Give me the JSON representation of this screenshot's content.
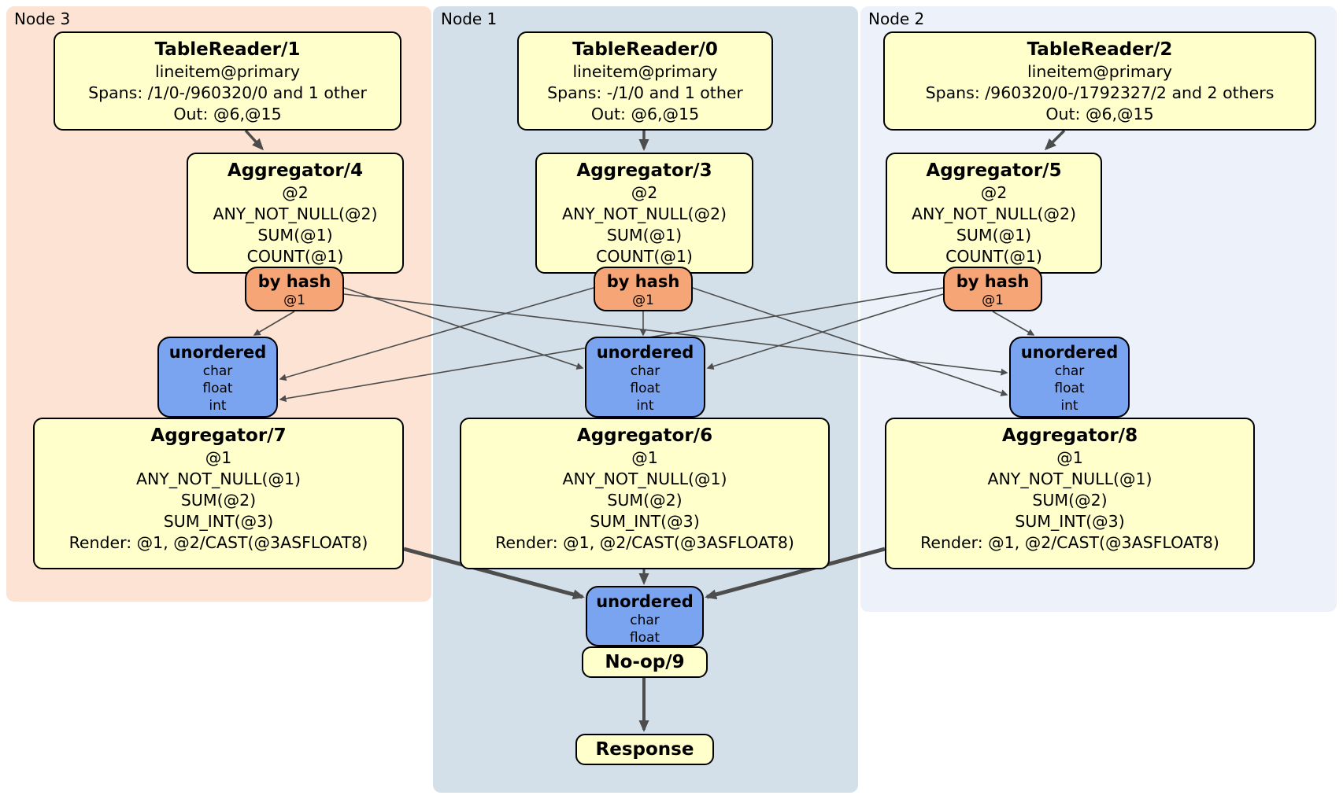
{
  "panels": {
    "node3": {
      "label": "Node 3"
    },
    "node1": {
      "label": "Node 1"
    },
    "node2": {
      "label": "Node 2"
    }
  },
  "boxes": {
    "tr1": {
      "title": "TableReader/1",
      "lines": [
        "lineitem@primary",
        "Spans: /1/0-/960320/0 and 1 other",
        "Out: @6,@15"
      ]
    },
    "tr0": {
      "title": "TableReader/0",
      "lines": [
        "lineitem@primary",
        "Spans: -/1/0 and 1 other",
        "Out: @6,@15"
      ]
    },
    "tr2": {
      "title": "TableReader/2",
      "lines": [
        "lineitem@primary",
        "Spans: /960320/0-/1792327/2 and 2 others",
        "Out: @6,@15"
      ]
    },
    "agg4": {
      "title": "Aggregator/4",
      "lines": [
        "@2",
        "ANY_NOT_NULL(@2)",
        "SUM(@1)",
        "COUNT(@1)"
      ]
    },
    "agg3": {
      "title": "Aggregator/3",
      "lines": [
        "@2",
        "ANY_NOT_NULL(@2)",
        "SUM(@1)",
        "COUNT(@1)"
      ]
    },
    "agg5": {
      "title": "Aggregator/5",
      "lines": [
        "@2",
        "ANY_NOT_NULL(@2)",
        "SUM(@1)",
        "COUNT(@1)"
      ]
    },
    "router3": {
      "title": "by hash",
      "sub": "@1"
    },
    "router1": {
      "title": "by hash",
      "sub": "@1"
    },
    "router2": {
      "title": "by hash",
      "sub": "@1"
    },
    "sync3": {
      "title": "unordered",
      "types": [
        "char",
        "float",
        "int"
      ]
    },
    "sync1": {
      "title": "unordered",
      "types": [
        "char",
        "float",
        "int"
      ]
    },
    "sync2": {
      "title": "unordered",
      "types": [
        "char",
        "float",
        "int"
      ]
    },
    "agg7": {
      "title": "Aggregator/7",
      "lines": [
        "@1",
        "ANY_NOT_NULL(@1)",
        "SUM(@2)",
        "SUM_INT(@3)",
        "Render: @1, @2/CAST(@3ASFLOAT8)"
      ]
    },
    "agg6": {
      "title": "Aggregator/6",
      "lines": [
        "@1",
        "ANY_NOT_NULL(@1)",
        "SUM(@2)",
        "SUM_INT(@3)",
        "Render: @1, @2/CAST(@3ASFLOAT8)"
      ]
    },
    "agg8": {
      "title": "Aggregator/8",
      "lines": [
        "@1",
        "ANY_NOT_NULL(@1)",
        "SUM(@2)",
        "SUM_INT(@3)",
        "Render: @1, @2/CAST(@3ASFLOAT8)"
      ]
    },
    "final_sync": {
      "title": "unordered",
      "types": [
        "char",
        "float"
      ]
    },
    "noop": {
      "title": "No-op/9"
    },
    "response": {
      "title": "Response"
    }
  },
  "colors": {
    "panel_node3": "#fce3d3",
    "panel_node1": "#d3e0e9",
    "panel_node2": "#ecf1fa",
    "process_box": "#ffffcc",
    "router_box": "#f6a577",
    "sync_box": "#7aa4f0",
    "box_border": "#000000",
    "edge": "#4d4d4d"
  }
}
